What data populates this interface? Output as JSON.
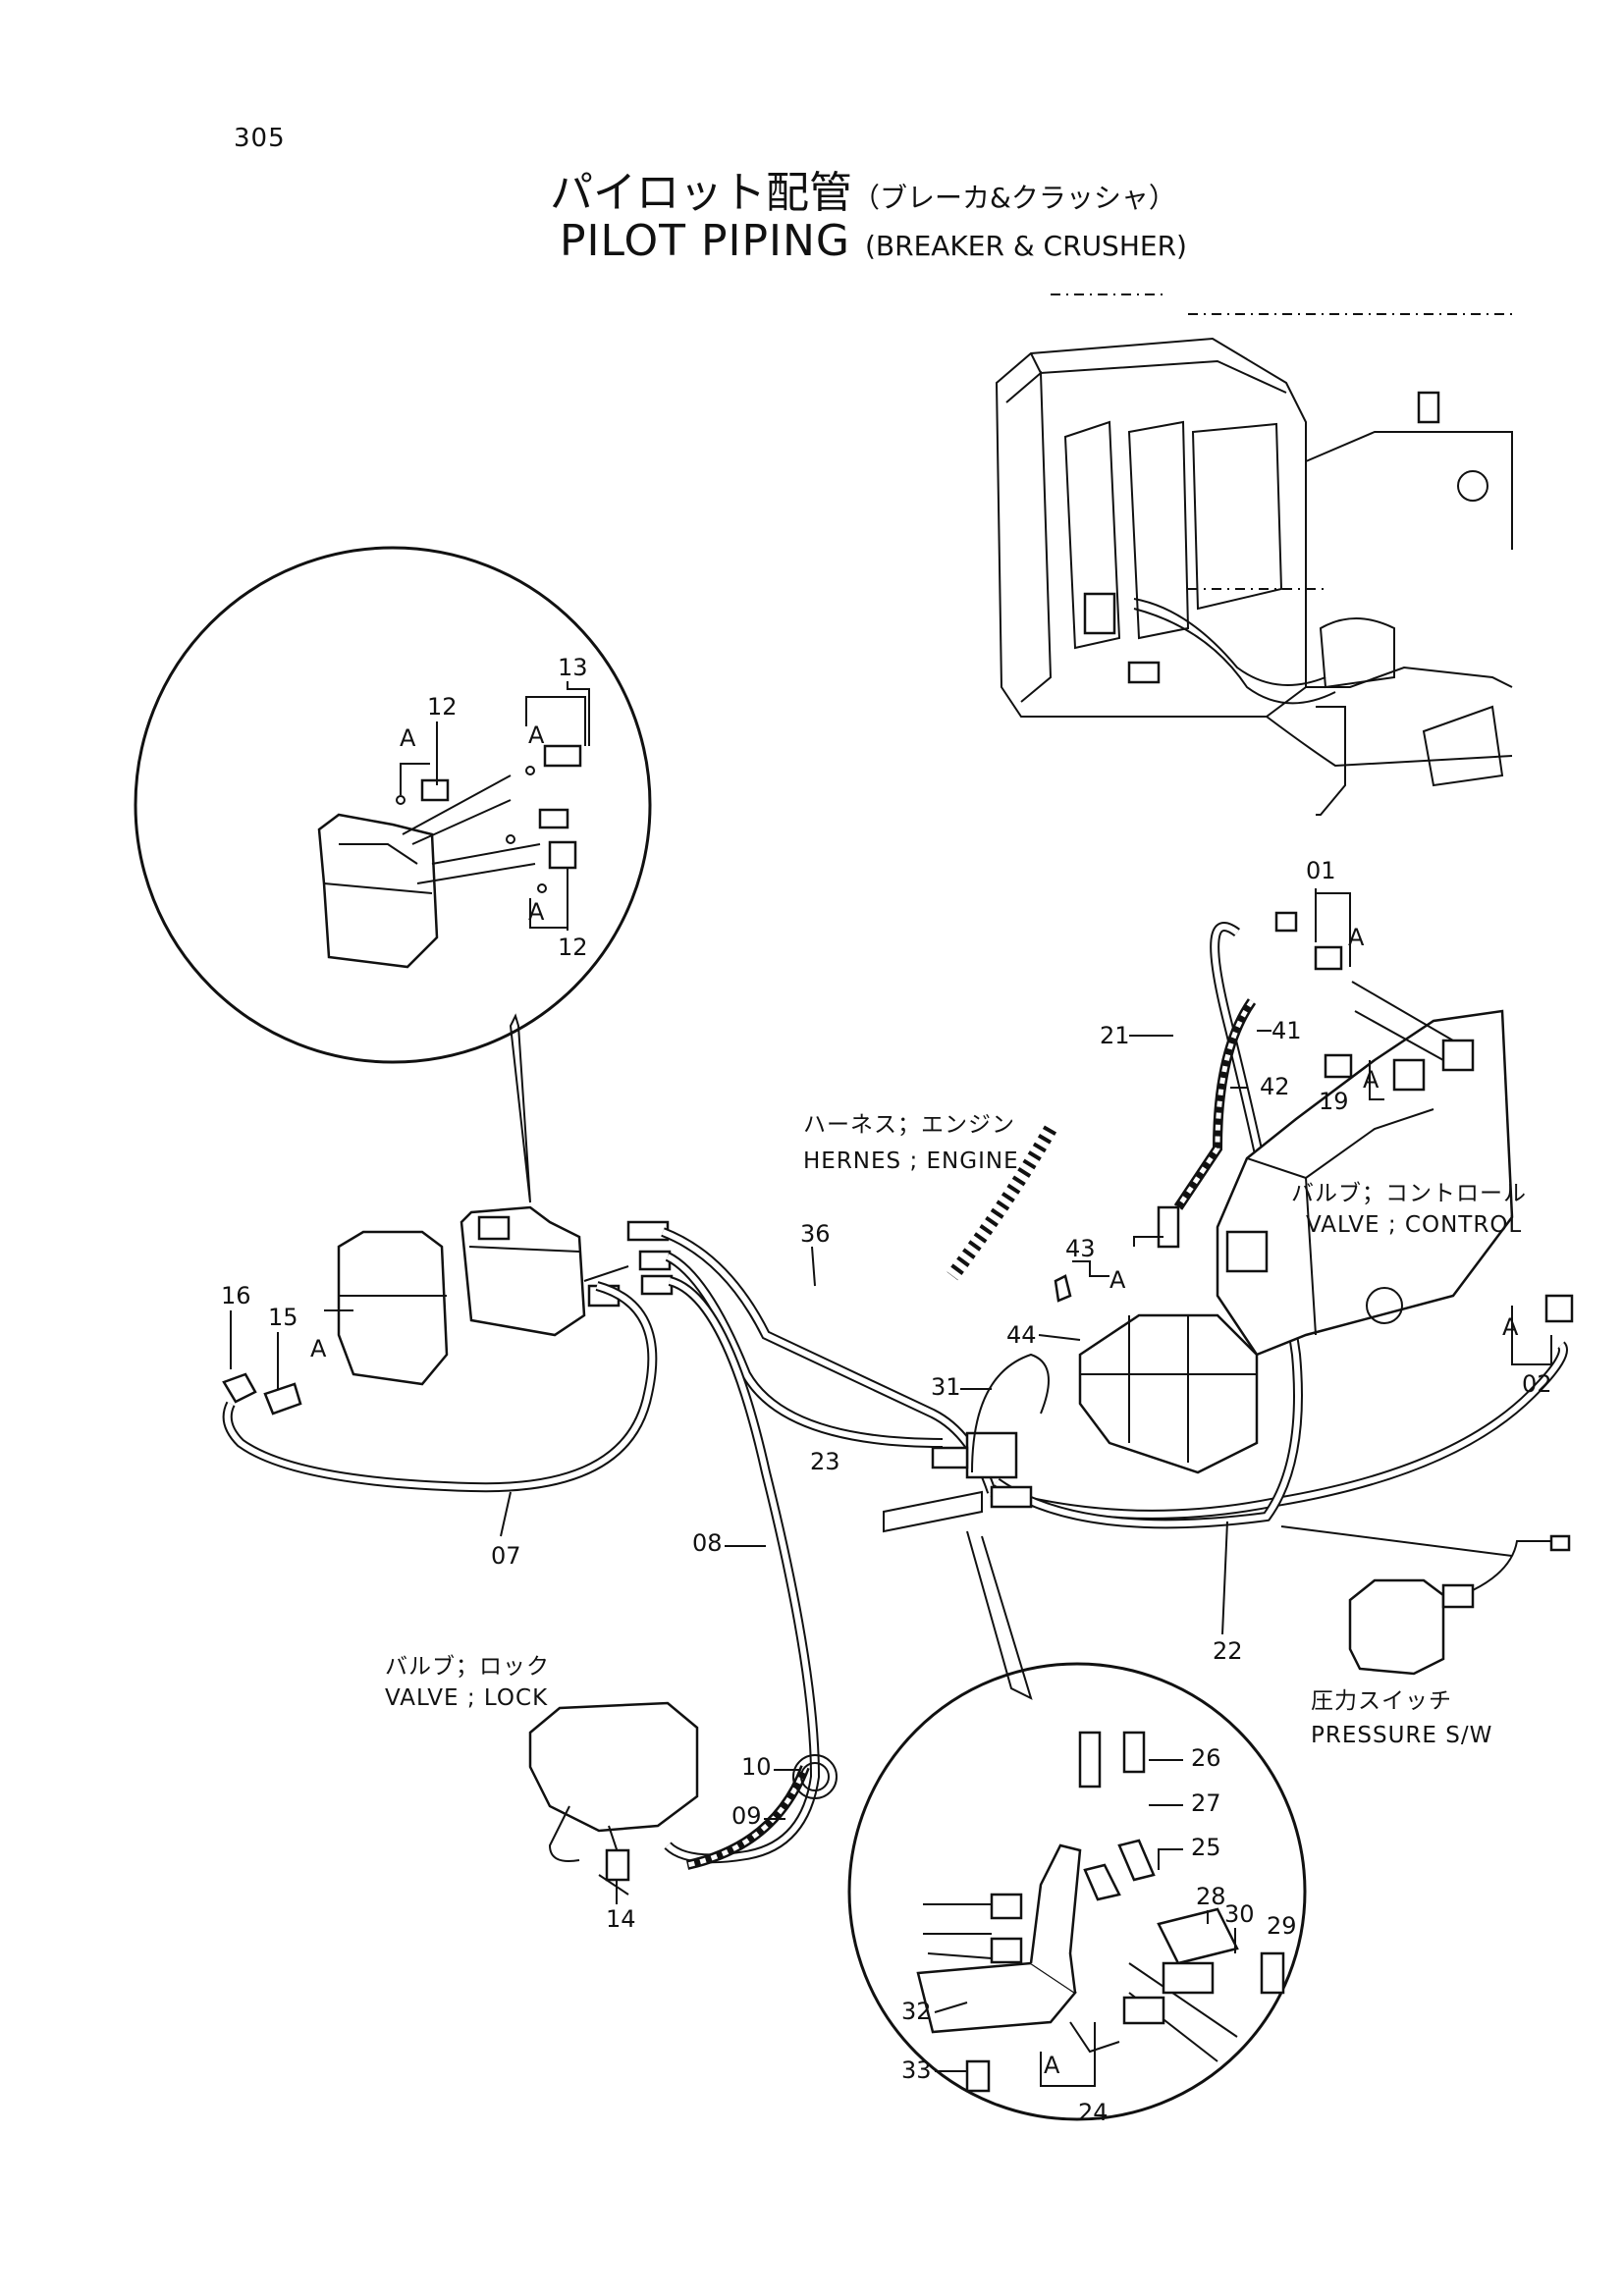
{
  "page_number": "305",
  "title": {
    "jp": "パイロット配管",
    "jp_sub": "（ブレーカ&クラッシャ）",
    "en": "PILOT PIPING",
    "en_sub": "(BREAKER & CRUSHER)"
  },
  "callouts": {
    "harness_jp": "ハーネス；エンジン",
    "harness_en": "HERNES ; ENGINE",
    "valve_control_jp": "バルブ；コントロール",
    "valve_control_en": "VALVE ; CONTROL",
    "valve_lock_jp": "バルブ；ロック",
    "valve_lock_en": "VALVE ; LOCK",
    "pressure_sw_jp": "圧力スイッチ",
    "pressure_sw_en": "PRESSURE S/W"
  },
  "detail_mark": "A",
  "part_numbers": {
    "p01": "01",
    "p02": "02",
    "p07": "07",
    "p08": "08",
    "p09": "09",
    "p10": "10",
    "p12a": "12",
    "p12b": "12",
    "p13": "13",
    "p14": "14",
    "p15": "15",
    "p16": "16",
    "p19": "19",
    "p21": "21",
    "p22": "22",
    "p23": "23",
    "p24": "24",
    "p25": "25",
    "p26": "26",
    "p27": "27",
    "p28": "28",
    "p29": "29",
    "p30": "30",
    "p31": "31",
    "p32": "32",
    "p33": "33",
    "p36": "36",
    "p41": "41",
    "p42": "42",
    "p43": "43",
    "p44": "44"
  }
}
